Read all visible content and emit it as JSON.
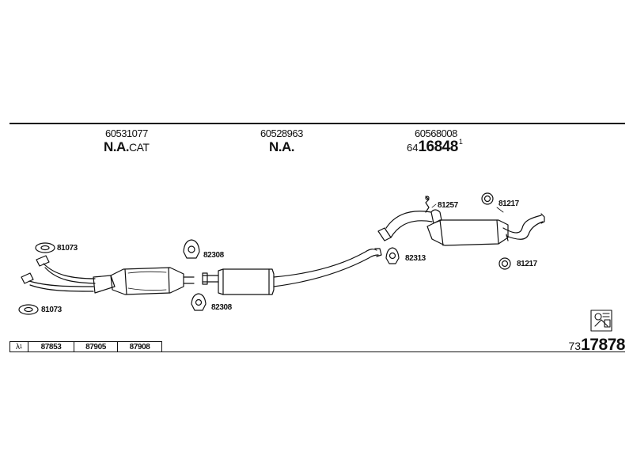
{
  "sections": [
    {
      "part_number": "60531077",
      "desc_main": "N.A.",
      "desc_suffix": "CAT"
    },
    {
      "part_number": "60528963",
      "desc_main": "N.A.",
      "desc_suffix": ""
    },
    {
      "part_number": "60568008",
      "code_prefix": "64",
      "code_main": "16848",
      "code_sup": "1"
    }
  ],
  "callouts": {
    "c81073_top": "81073",
    "c81073_bottom": "81073",
    "c82308_top": "82308",
    "c82308_bottom": "82308",
    "c82313": "82313",
    "c81257": "81257",
    "c81217_top": "81217",
    "c81217_bottom": "81217"
  },
  "parts_table": {
    "symbol": "λ",
    "symbol_sup": "1",
    "codes": [
      "87853",
      "87905",
      "87908"
    ]
  },
  "set_code": {
    "prefix": "73",
    "main": "17878"
  }
}
